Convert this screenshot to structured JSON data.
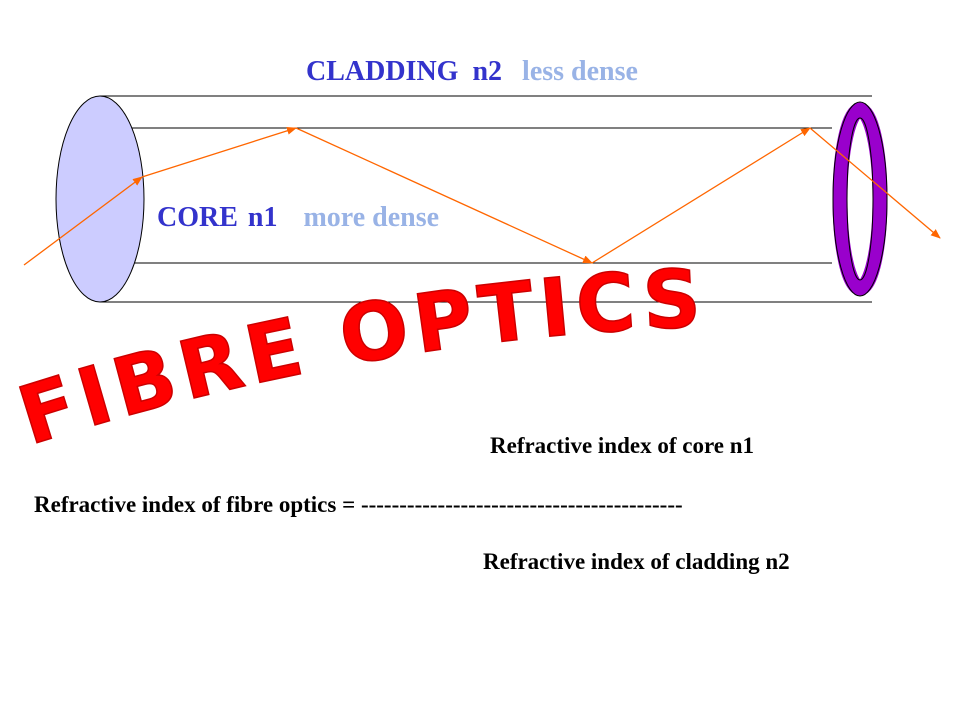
{
  "diagram": {
    "cladding": {
      "name": "CLADDING",
      "index": "n2",
      "density": "less dense"
    },
    "core": {
      "name": "CORE",
      "index": "n1",
      "density": "more dense"
    }
  },
  "title": {
    "text": "FIBRE OPTICS",
    "color": "#ff0000"
  },
  "formula": {
    "numerator": "Refractive index of core n1",
    "lhs": "Refractive index of fibre optics =",
    "fraction_bar": "------------------------------------------",
    "denominator": "Refractive index of cladding n2"
  },
  "colors": {
    "label_dark": "#3333cc",
    "label_light": "#99b3e6",
    "entry_face": "#ccccff",
    "exit_ring": "#9900cc",
    "ray": "#ff6600"
  }
}
